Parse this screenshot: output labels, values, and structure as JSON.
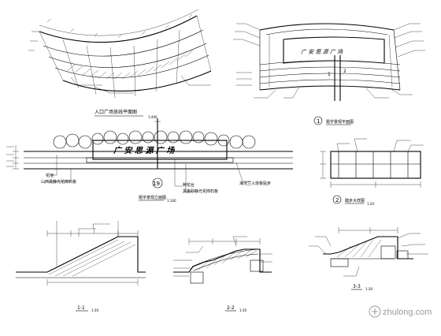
{
  "drawing": {
    "plaza_plan": {
      "title": "入口广场放线平面图",
      "scale": "1:400"
    },
    "sign_plan": {
      "engraving": "广 安 思 源 广 场",
      "index_marks": [
        "1",
        "2"
      ],
      "title_no": "1",
      "title": "题字景观平面图"
    },
    "elevation": {
      "engraving": "广 安 思 源 广 场",
      "index_no": "19",
      "leaders": [
        "花池",
        "山西黑静光花岗石板",
        "种花台",
        "黑金砂静光花岗石板",
        "海沧兰火烧板贴步"
      ],
      "title": "题字景观立面图",
      "scale": "1:100"
    },
    "tread_plan": {
      "title_no": "2",
      "title": "踏步大样图",
      "scale": "1:20"
    },
    "sections": [
      {
        "id": "1-1",
        "scale": "1:30"
      },
      {
        "id": "2-2",
        "scale": "1:30"
      },
      {
        "id": "3-3",
        "scale": "1:30"
      }
    ],
    "watermark": "zhulong.com"
  }
}
